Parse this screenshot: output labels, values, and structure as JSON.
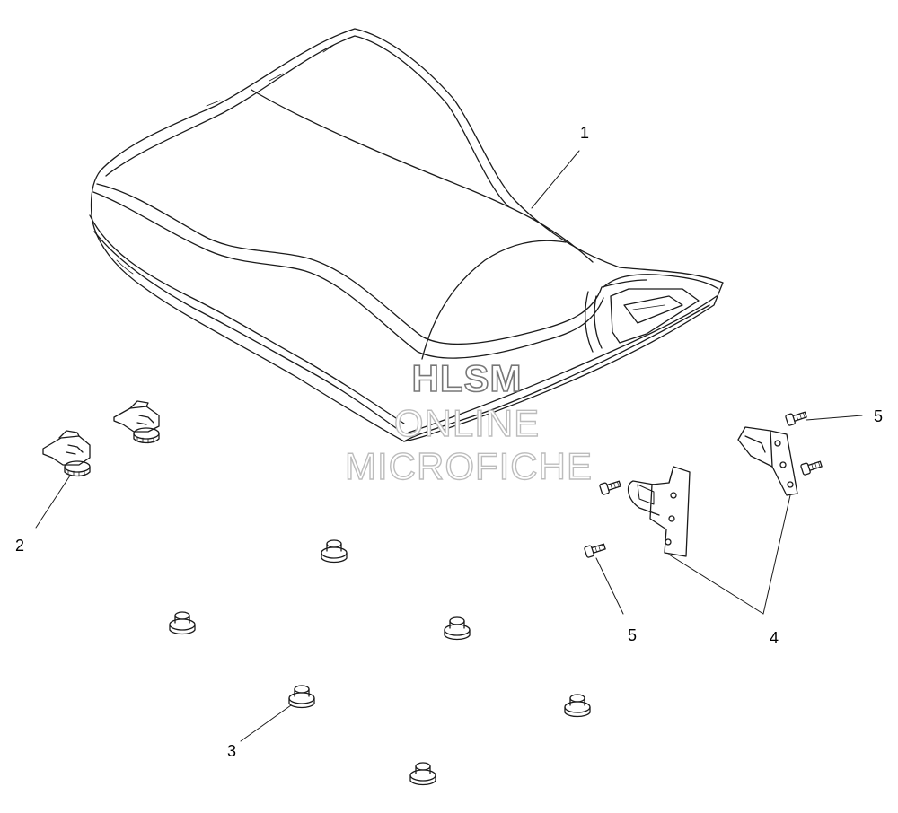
{
  "callouts": {
    "seat": "1",
    "knob": "2",
    "bumper": "3",
    "hinge": "4",
    "screw_right": "5",
    "screw_bottom": "5"
  },
  "watermark": {
    "line1": "HLSM",
    "line2": "ONLINE",
    "line3": "MICROFICHE",
    "color": "#777777"
  },
  "line_color": "#1a1a1a"
}
